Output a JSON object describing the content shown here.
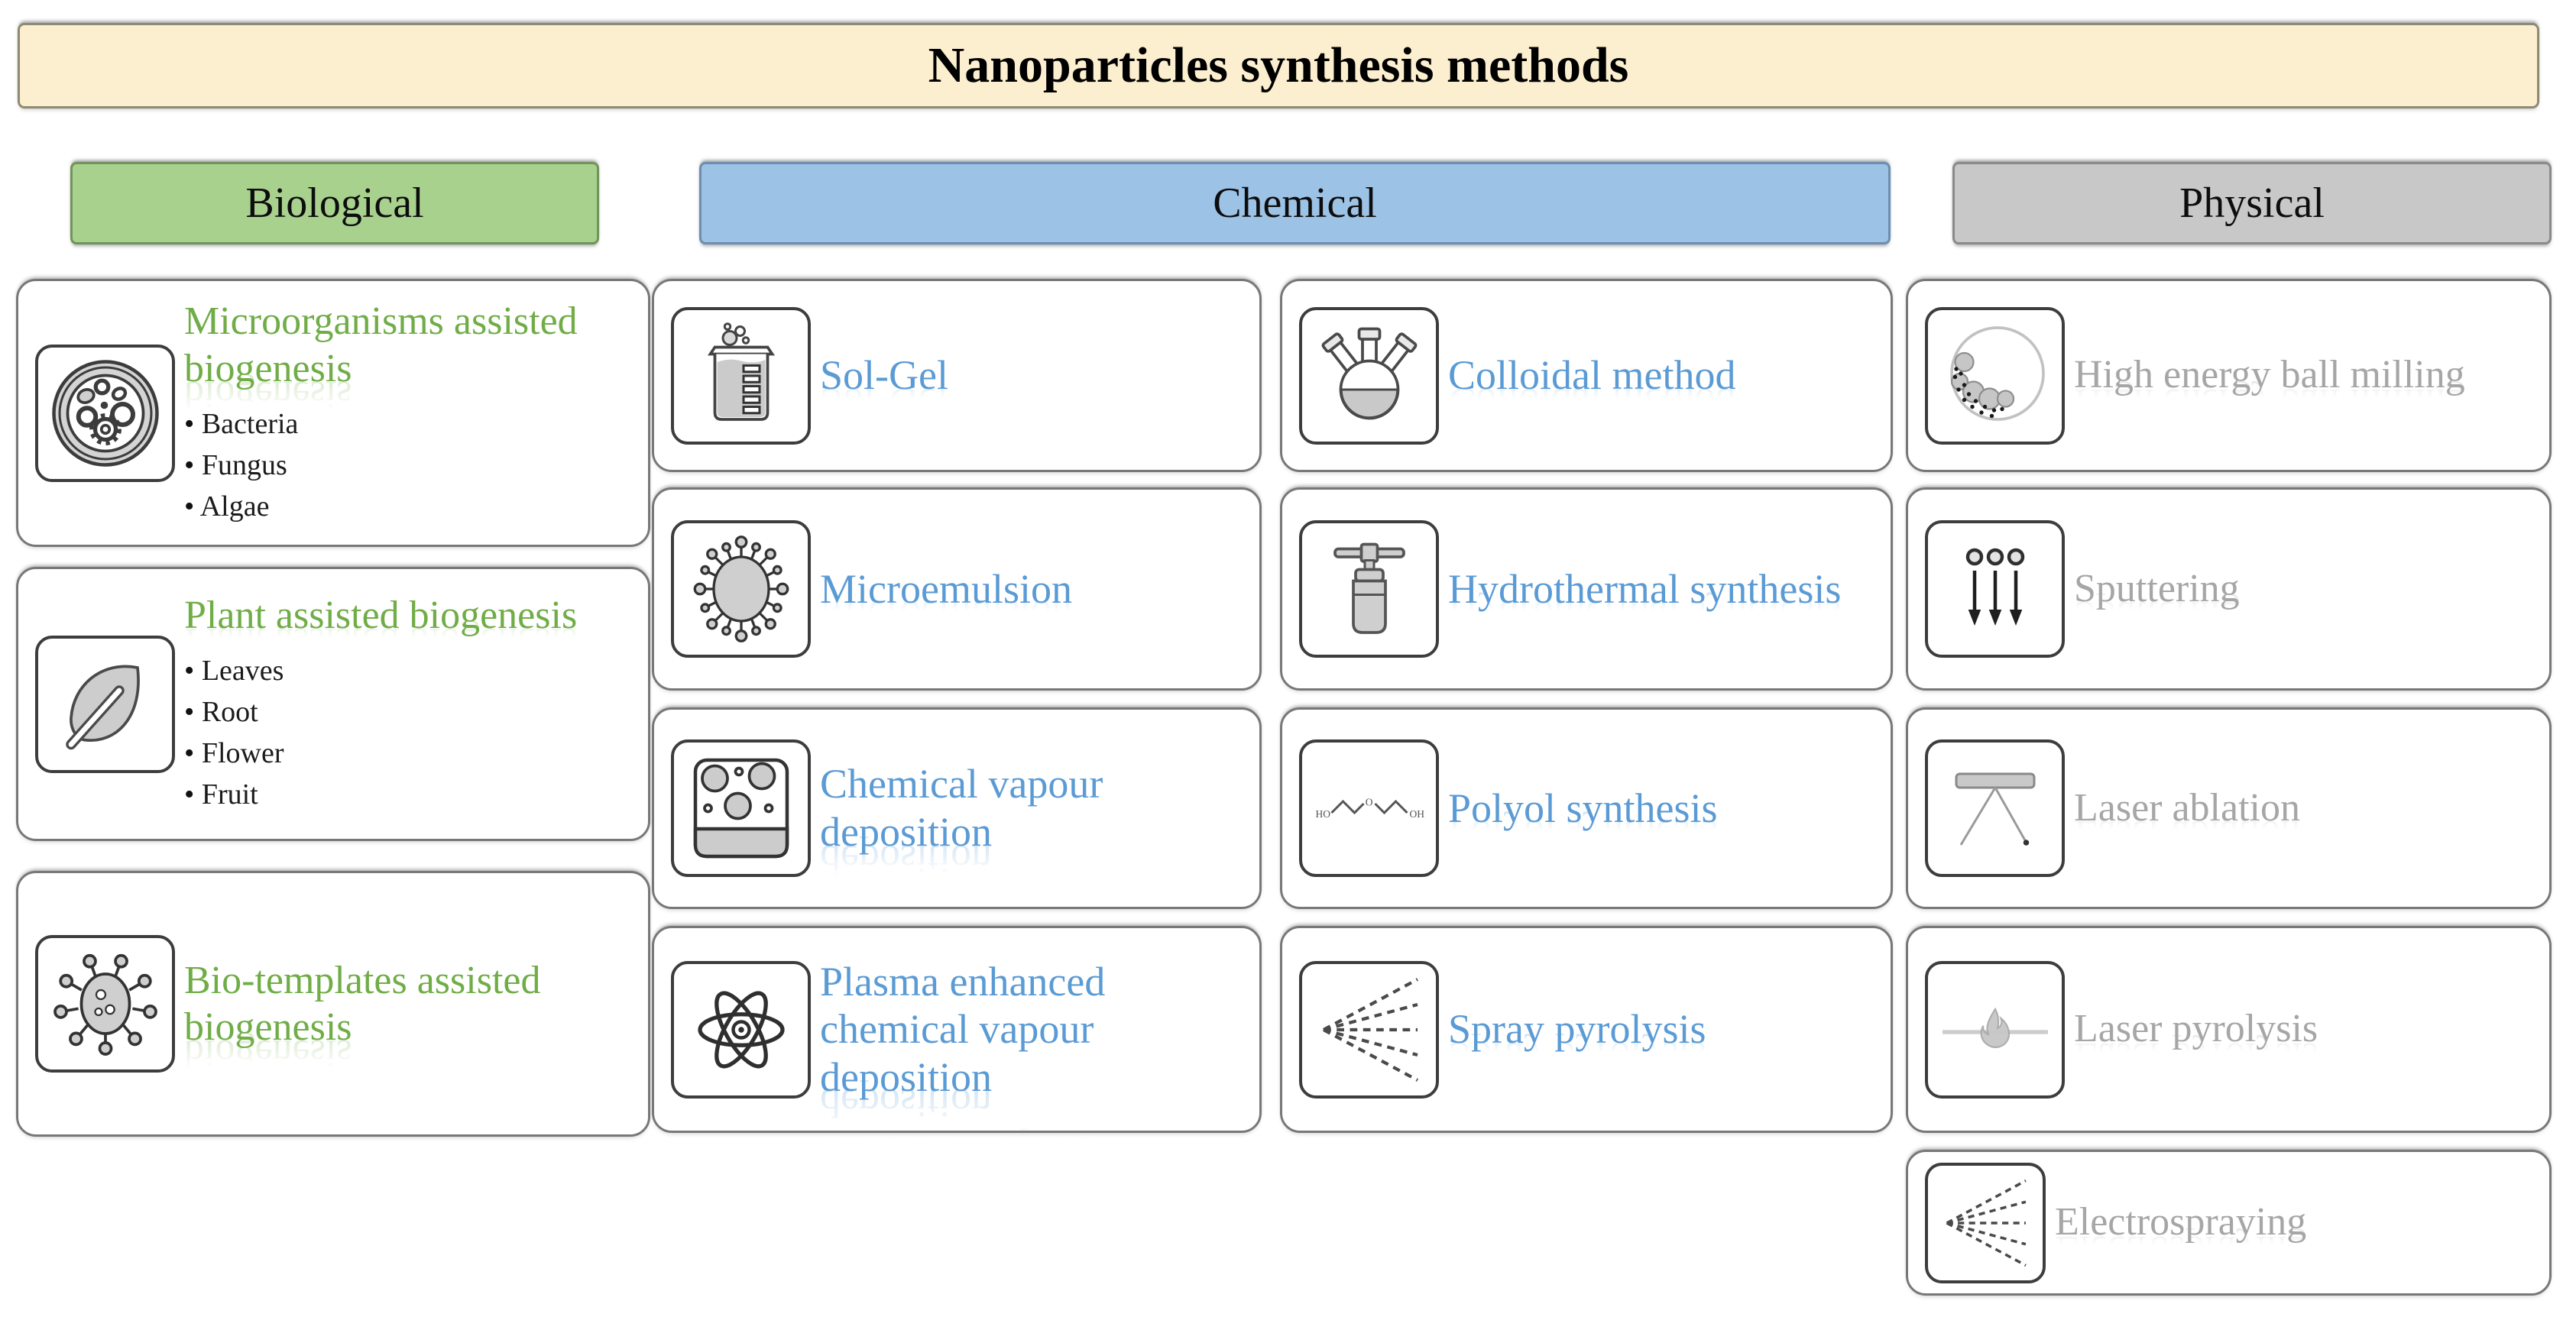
{
  "title": "Nanoparticles synthesis methods",
  "headers": {
    "biological": "Biological",
    "chemical": "Chemical",
    "physical": "Physical"
  },
  "biological": {
    "cards": [
      {
        "name": "Microorganisms assisted biogenesis",
        "icon": "petri-dish-icon",
        "items": [
          "Bacteria",
          "Fungus",
          "Algae"
        ]
      },
      {
        "name": "Plant assisted biogenesis",
        "icon": "leaf-icon",
        "items": [
          "Leaves",
          "Root",
          "Flower",
          "Fruit"
        ]
      },
      {
        "name": "Bio-templates assisted biogenesis",
        "icon": "virus-template-icon",
        "items": []
      }
    ]
  },
  "chemical": {
    "col1": [
      {
        "name": "Sol-Gel",
        "icon": "beaker-icon"
      },
      {
        "name": "Microemulsion",
        "icon": "micelle-icon"
      },
      {
        "name": "Chemical vapour deposition",
        "icon": "cvd-chamber-icon"
      },
      {
        "name": "Plasma enhanced chemical vapour deposition",
        "icon": "atom-icon"
      }
    ],
    "col2": [
      {
        "name": "Colloidal method",
        "icon": "three-neck-flask-icon"
      },
      {
        "name": "Hydrothermal synthesis",
        "icon": "autoclave-icon"
      },
      {
        "name": "Polyol synthesis",
        "icon": "glycol-molecule-icon"
      },
      {
        "name": "Spray pyrolysis",
        "icon": "spray-cone-icon"
      }
    ]
  },
  "physical": {
    "cards": [
      {
        "name": "High energy ball milling",
        "icon": "ball-mill-icon"
      },
      {
        "name": "Sputtering",
        "icon": "sputtering-arrows-icon"
      },
      {
        "name": "Laser ablation",
        "icon": "laser-target-icon"
      },
      {
        "name": "Laser pyrolysis",
        "icon": "laser-flame-icon"
      },
      {
        "name": "Electrospraying",
        "icon": "spray-cone-icon"
      }
    ]
  },
  "colors": {
    "banner_bg": "#FCEFCF",
    "biological_header_bg": "#A9D18E",
    "chemical_header_bg": "#9CC2E5",
    "physical_header_bg": "#C8C8C8",
    "green_text": "#70AD47",
    "blue_text": "#5B9BD5",
    "gray_text": "#A6A6A6"
  }
}
